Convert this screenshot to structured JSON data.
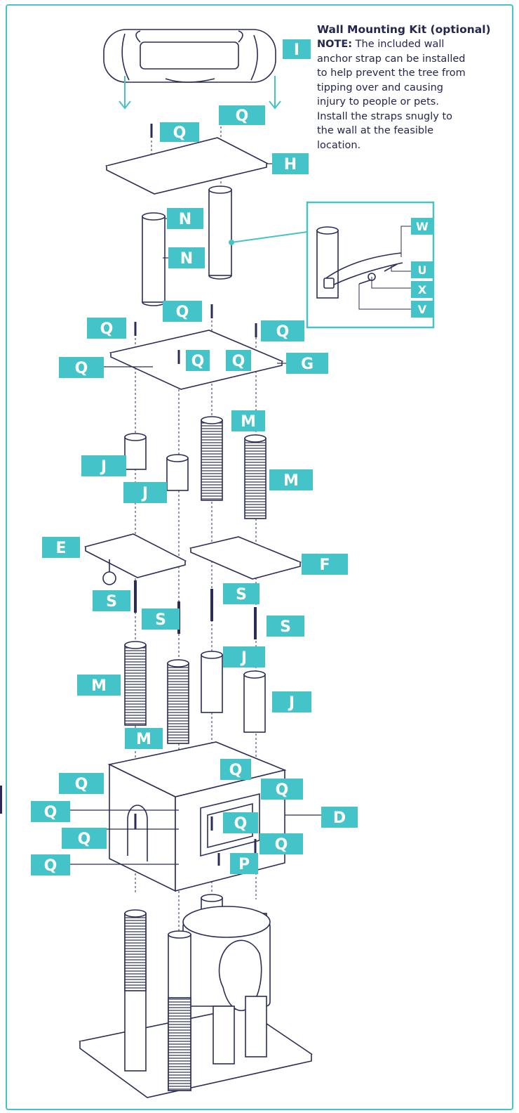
{
  "note": {
    "heading": "Wall Mounting Kit (optional)",
    "prefix": "NOTE:",
    "body": "The included wall anchor strap can be installed to help prevent the tree from tipping over and causing injury to people or pets. Install the straps snugly to the wall at the feasible location."
  },
  "parts": {
    "I": "I",
    "H": "H",
    "N": "N",
    "G": "G",
    "M": "M",
    "J": "J",
    "E": "E",
    "F": "F",
    "S": "S",
    "D": "D",
    "P": "P",
    "Q": "Q",
    "W": "W",
    "U": "U",
    "X": "X",
    "V": "V"
  },
  "colors": {
    "accent": "#44c3c8",
    "ink": "#24264e",
    "stroke": "#2b2d57"
  }
}
